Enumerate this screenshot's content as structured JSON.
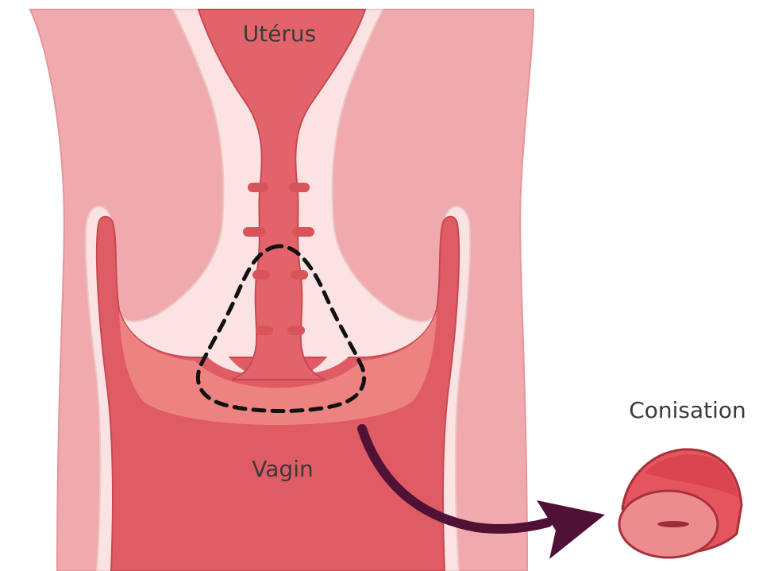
{
  "labels": {
    "uterus": "Utérus",
    "vagina": "Vagin",
    "procedure": "Conisation"
  },
  "colors": {
    "outer_tissue": "#f0aaae",
    "outer_tissue_edge": "#e6959a",
    "inner_lining": "#fae3e2",
    "canal": "#e2646a",
    "canal_dark": "#c94850",
    "vagina_wall": "#e05c65",
    "cervix_mucosa": "#ee8a86",
    "dashed_outline": "#111111",
    "arrow": "#4f1236",
    "cone_top": "#d9444e",
    "cone_side": "#e4555f",
    "cone_face": "#ec8c8f",
    "cone_outline": "#a8303a",
    "label_text": "#3a3a3a"
  }
}
